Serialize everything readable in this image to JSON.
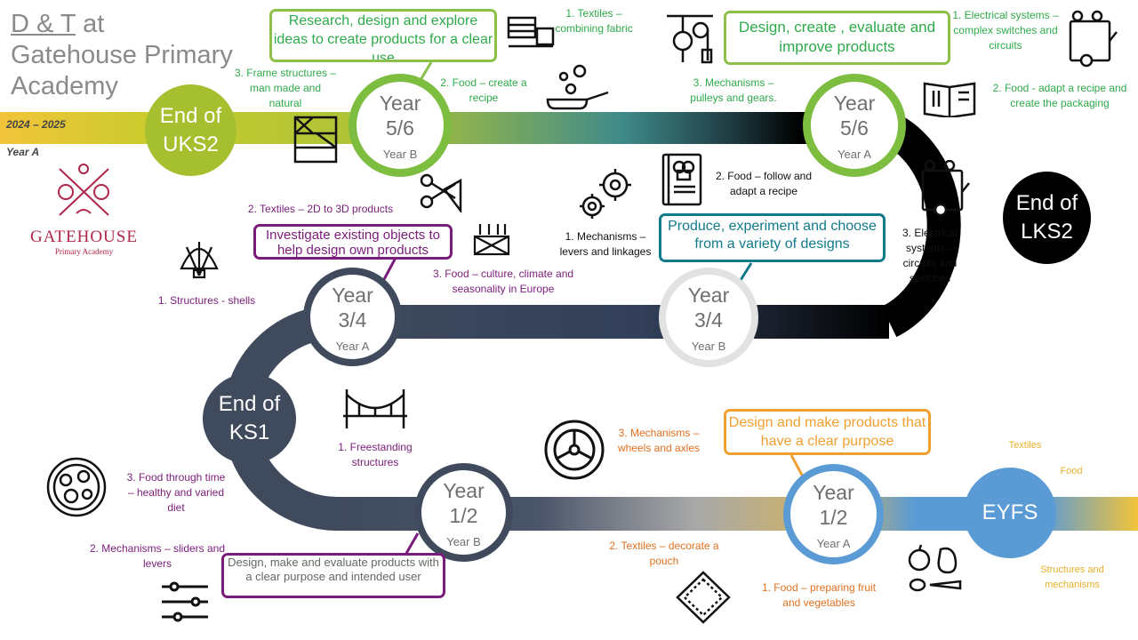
{
  "title": {
    "line1_part1": "D & T",
    "line1_part2": " at",
    "line2": "Gatehouse Primary",
    "line3": "Academy"
  },
  "academic_year": "2024 – 2025",
  "year_label": "Year A",
  "logo": {
    "name": "GATEHOUSE",
    "sub": "Primary Academy"
  },
  "milestones": {
    "uks2": "End of UKS2",
    "lks2": "End of LKS2",
    "ks1": "End of KS1",
    "eyfs": "EYFS"
  },
  "year_circles": [
    {
      "id": "y56b",
      "big": "Year 5/6",
      "small": "Year B"
    },
    {
      "id": "y56a",
      "big": "Year 5/6",
      "small": "Year A"
    },
    {
      "id": "y34a",
      "big": "Year 3/4",
      "small": "Year A"
    },
    {
      "id": "y34b",
      "big": "Year 3/4",
      "small": "Year B"
    },
    {
      "id": "y12b",
      "big": "Year 1/2",
      "small": "Year B"
    },
    {
      "id": "y12a",
      "big": "Year 1/2",
      "small": "Year A"
    }
  ],
  "callouts": {
    "y56b": "Research, design and explore ideas to create products for a clear use",
    "y56a": "Design, create , evaluate and improve products",
    "y34a": "Investigate existing objects to help design own products",
    "y34b": "Produce, experiment and choose from a variety of designs",
    "y12a": "Design and make products that have a clear purpose",
    "y12b": "Design, make and evaluate products with a clear purpose and intended user"
  },
  "topics": {
    "y56b_1": "1. Textiles – combining fabric",
    "y56b_2": "2. Food – create a recipe",
    "y56b_3": "3. Frame structures – man made and natural",
    "y56a_1": "1. Electrical systems – complex switches and circuits",
    "y56a_2": "2. Food  - adapt a recipe and create the packaging",
    "y56a_3": "3. Mechanisms – pulleys and gears.",
    "y34a_1": "1. Structures - shells",
    "y34a_2": "2.  Textiles – 2D to 3D products",
    "y34a_3": "3. Food – culture, climate and seasonality in Europe",
    "y34b_1": "1. Mechanisms – levers and linkages",
    "y34b_2": "2. Food – follow and adapt a recipe",
    "y34b_3": "3. Electrical systems – circuits and switches",
    "y12b_1": "1. Freestanding structures",
    "y12b_2": "2. Mechanisms – sliders and levers",
    "y12b_3": "3. Food through time – healthy and varied diet",
    "y12a_1": "1. Food – preparing fruit and vegetables",
    "y12a_2": "2. Textiles – decorate a pouch",
    "y12a_3": "3. Mechanisms – wheels and axles"
  },
  "eyfs_topics": {
    "textiles": "Textiles",
    "food": "Food",
    "structures": "Structures and mechanisms"
  },
  "colors": {
    "green": "#2eaa4a",
    "purple": "#7a1c7a",
    "orange": "#e0701f",
    "gold": "#e8b02a",
    "navy": "#3f4a5c",
    "blue": "#5b9bd5",
    "lime": "#a5bf2f"
  },
  "icons": [
    "sewing-machine-icon",
    "cooking-pan-icon",
    "pulley-icon",
    "electrical-circuit-icon",
    "recipe-book-icon",
    "frame-structure-icon",
    "scissors-fabric-icon",
    "gears-icon",
    "chef-book-icon",
    "shell-icon",
    "vegetable-crate-icon",
    "bridge-icon",
    "wheel-icon",
    "food-plate-icon",
    "sliders-icon",
    "fabric-pouch-icon",
    "fruit-veg-icon"
  ]
}
